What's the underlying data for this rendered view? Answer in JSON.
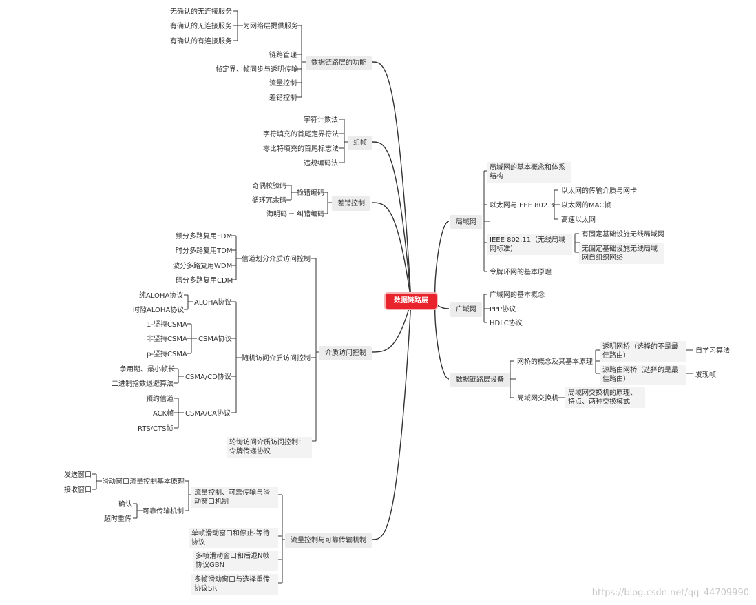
{
  "root": "数据链路层",
  "watermark": "https://blog.csdn.net/qq_44709990",
  "left": {
    "functions": {
      "label": "数据链路层的功能",
      "service": {
        "label": "为网络层提供服务",
        "items": [
          "无确认的无连接服务",
          "有确认的无连接服务",
          "有确认的有连接服务"
        ]
      },
      "others": [
        "链路管理",
        "帧定界、帧同步与透明传输",
        "流量控制",
        "差错控制"
      ]
    },
    "framing": {
      "label": "组帧",
      "items": [
        "字符计数法",
        "字符填充的首尾定界符法",
        "零比特填充的首尾标志法",
        "违规编码法"
      ]
    },
    "error": {
      "label": "差错控制",
      "detect": {
        "label": "检错编码",
        "items": [
          "奇偶校验码",
          "循环冗余码"
        ]
      },
      "correct_prefix": "海明码",
      "correct": "纠错编码"
    },
    "mac": {
      "label": "介质访问控制",
      "channel": {
        "label": "信道划分介质访问控制",
        "items": [
          "频分多路复用FDM",
          "时分多路复用TDM",
          "波分多路复用WDM",
          "码分多路复用CDM"
        ]
      },
      "random": {
        "label": "随机访问介质访问控制",
        "aloha": {
          "label": "ALOHA协议",
          "items": [
            "纯ALOHA协议",
            "时隙ALOHA协议"
          ]
        },
        "csma": {
          "label": "CSMA协议",
          "items": [
            "1-坚持CSMA",
            "非坚持CSMA",
            "p-坚持CSMA"
          ]
        },
        "csmacd": {
          "label": "CSMA/CD协议",
          "items": [
            "争用期、最小帧长",
            "二进制指数退避算法"
          ]
        },
        "csmaca": {
          "label": "CSMA/CA协议",
          "items": [
            "预约信道",
            "ACK帧",
            "RTS/CTS帧"
          ]
        }
      },
      "polling": "轮询访问介质访问控制：令牌传递协议"
    },
    "flow": {
      "label": "流量控制与可靠传输机制",
      "sliding": {
        "label": "流量控制、可靠传输与滑动窗口机制",
        "window": {
          "label": "滑动窗口流量控制基本原理",
          "items": [
            "发送窗口",
            "接收窗口"
          ]
        },
        "reliable": {
          "label": "可靠传输机制",
          "items": [
            "确认",
            "超时重传"
          ]
        }
      },
      "others": [
        "单帧滑动窗口和停止-等待协议",
        "多帧滑动窗口和后退N帧协议GBN",
        "多帧滑动窗口与选择重传协议SR"
      ]
    }
  },
  "right": {
    "lan": {
      "label": "局域网",
      "basic": "局域网的基本概念和体系结构",
      "ethernet": {
        "label": "以太网与IEEE 802.3",
        "items": [
          "以太网的传输介质与网卡",
          "以太网的MAC帧",
          "高速以太网"
        ]
      },
      "wifi": {
        "label": "IEEE 802.11（无线局域网标准）",
        "items": [
          "有固定基础设施无线局域网",
          "无固定基础设施无线局域网自组织网络"
        ]
      },
      "token": "令牌环网的基本原理"
    },
    "wan": {
      "label": "广域网",
      "items": [
        "广域网的基本概念",
        "PPP协议",
        "HDLC协议"
      ]
    },
    "devices": {
      "label": "数据链路层设备",
      "bridge": {
        "label": "网桥的概念及其基本原理",
        "transparent": {
          "label": "透明网桥（选择的不是最佳路由）",
          "leaf": "自学习算法"
        },
        "source": {
          "label": "源路由网桥（选择的是最佳路由）",
          "leaf": "发现帧"
        }
      },
      "switch": {
        "label": "局域网交换机",
        "leaf": "局域网交换机的原理、特点、两种交换模式"
      }
    }
  }
}
